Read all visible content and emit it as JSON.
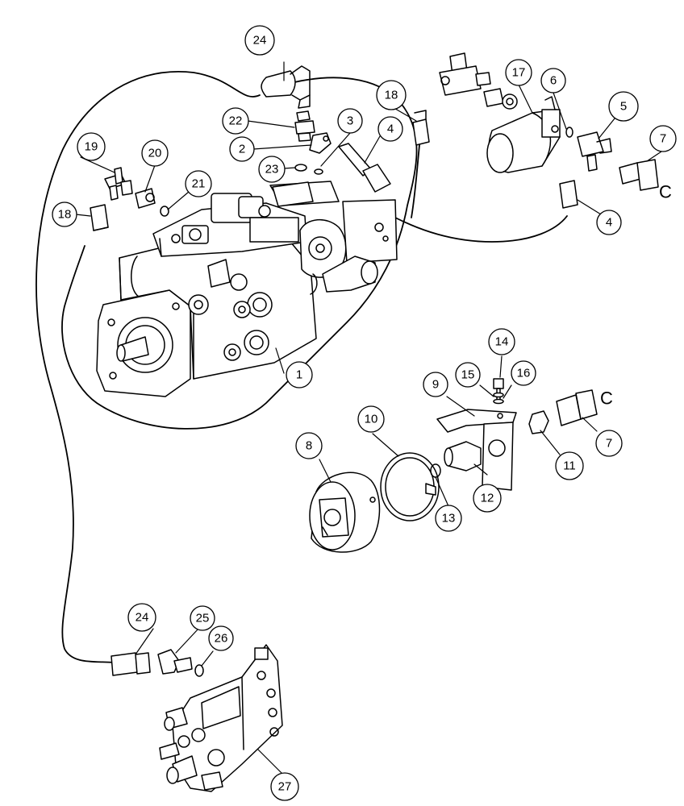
{
  "diagram": {
    "callouts": [
      {
        "id": "c1",
        "label": "1"
      },
      {
        "id": "c2",
        "label": "2"
      },
      {
        "id": "c3",
        "label": "3"
      },
      {
        "id": "c4a",
        "label": "4"
      },
      {
        "id": "c4b",
        "label": "4"
      },
      {
        "id": "c5",
        "label": "5"
      },
      {
        "id": "c6",
        "label": "6"
      },
      {
        "id": "c7a",
        "label": "7"
      },
      {
        "id": "c7b",
        "label": "7"
      },
      {
        "id": "c8",
        "label": "8"
      },
      {
        "id": "c9",
        "label": "9"
      },
      {
        "id": "c10",
        "label": "10"
      },
      {
        "id": "c11",
        "label": "11"
      },
      {
        "id": "c12",
        "label": "12"
      },
      {
        "id": "c13",
        "label": "13"
      },
      {
        "id": "c14",
        "label": "14"
      },
      {
        "id": "c15",
        "label": "15"
      },
      {
        "id": "c16",
        "label": "16"
      },
      {
        "id": "c17",
        "label": "17"
      },
      {
        "id": "c18a",
        "label": "18"
      },
      {
        "id": "c18b",
        "label": "18"
      },
      {
        "id": "c19",
        "label": "19"
      },
      {
        "id": "c20",
        "label": "20"
      },
      {
        "id": "c21",
        "label": "21"
      },
      {
        "id": "c22",
        "label": "22"
      },
      {
        "id": "c23",
        "label": "23"
      },
      {
        "id": "c24a",
        "label": "24"
      },
      {
        "id": "c24b",
        "label": "24"
      },
      {
        "id": "c25",
        "label": "25"
      },
      {
        "id": "c26",
        "label": "26"
      },
      {
        "id": "c27",
        "label": "27"
      }
    ],
    "connection_marks": [
      {
        "id": "mk1",
        "label": "C"
      },
      {
        "id": "mk2",
        "label": "C"
      }
    ]
  }
}
